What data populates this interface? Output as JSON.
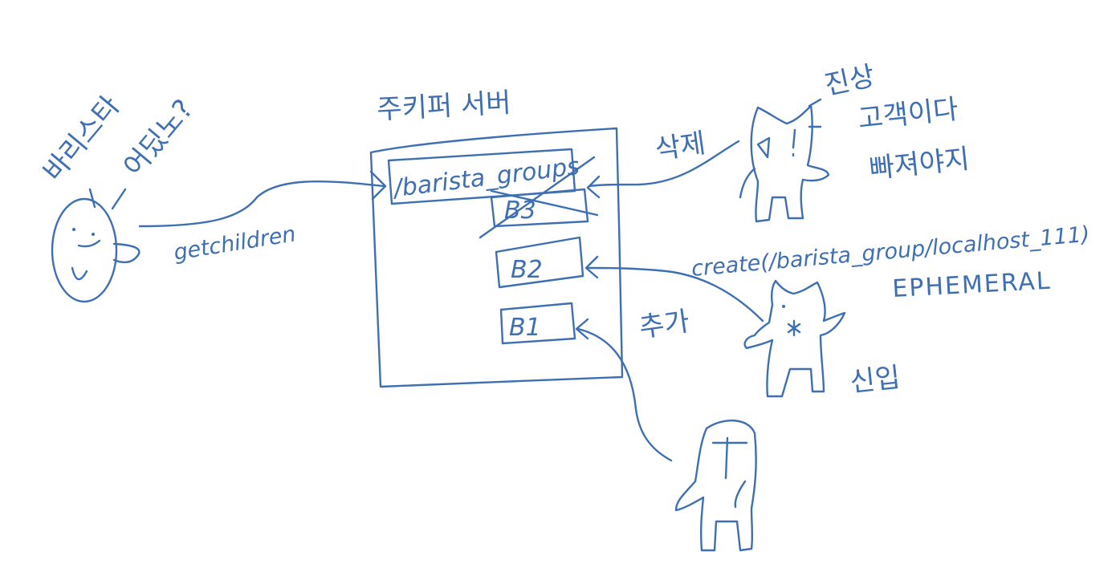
{
  "server": {
    "title": "주키퍼 서버",
    "path": "/barista_groups",
    "nodes": [
      "B3",
      "B2",
      "B1"
    ]
  },
  "customer": {
    "question": [
      "바리스타",
      "어딨노?"
    ],
    "call": "getchildren"
  },
  "difficult_customer": {
    "lines": [
      "진상",
      "고객이다",
      "빠져야지"
    ],
    "action": "삭제"
  },
  "newcomer": {
    "call": "create(/barista_group/localhost_111)",
    "mode": "EPHEMERAL",
    "action": "추가",
    "role": "신입"
  },
  "colors": {
    "ink": "#3f6fb3",
    "paper": "#ffffff"
  }
}
